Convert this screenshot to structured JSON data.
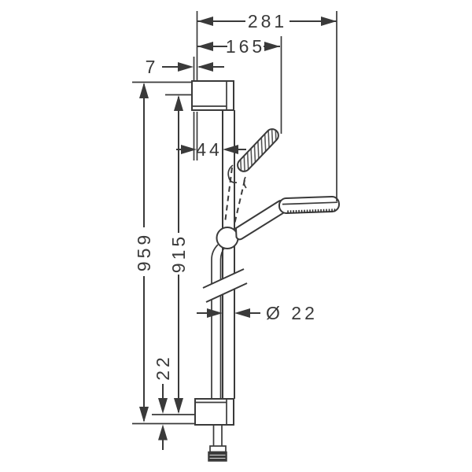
{
  "figure": {
    "type": "technical-dimension-drawing",
    "subject": "shower rail set with hand shower, wall brackets and hose (side elevation)",
    "line_color": "#3a3a3a",
    "background_color": "#ffffff",
    "dimensions": {
      "overall_projection": "281",
      "raised_handle_projection": "165",
      "wall_offset": "7",
      "rail_to_wall": "44",
      "overall_length": "959",
      "hole_distance": "915",
      "bottom_offset": "22",
      "rail_diameter": "Ø 22"
    }
  }
}
